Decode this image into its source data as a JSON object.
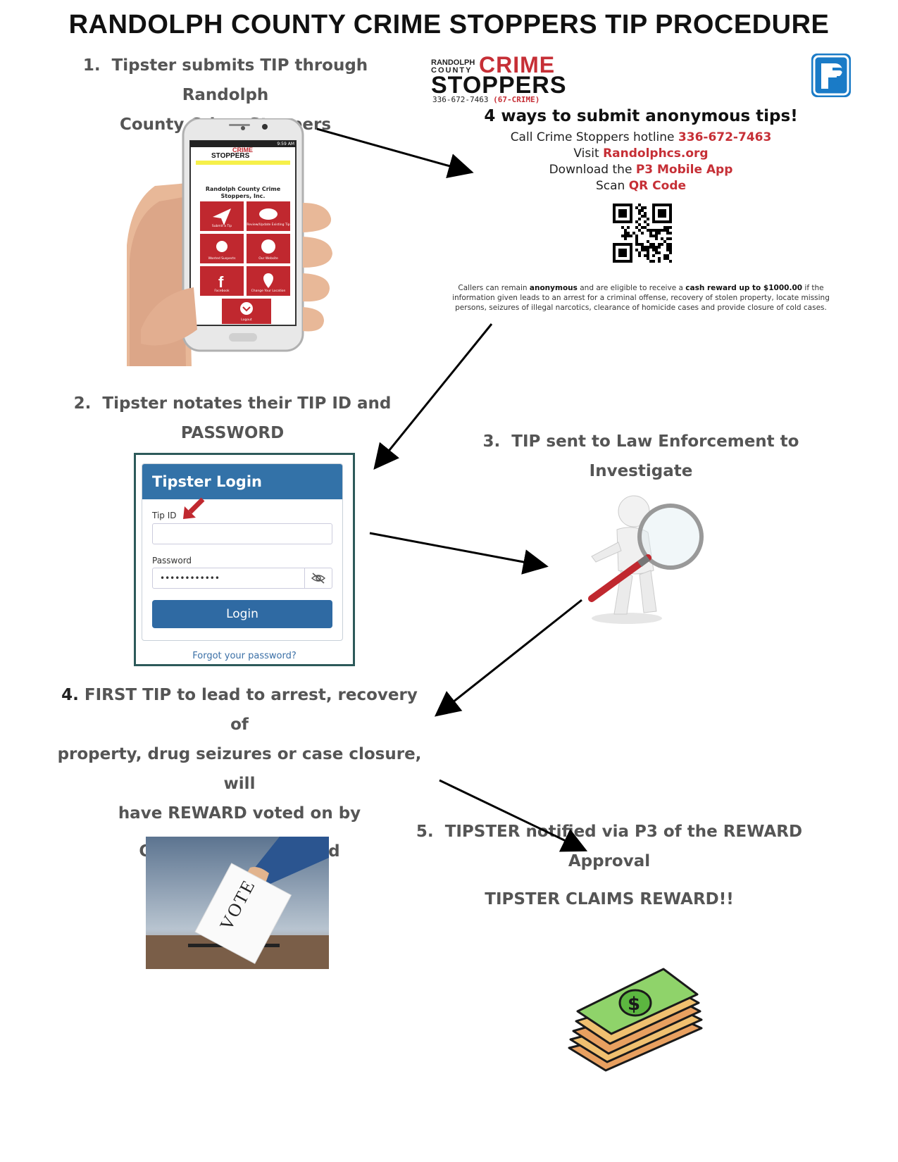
{
  "title": "RANDOLPH COUNTY CRIME STOPPERS TIP PROCEDURE",
  "steps": {
    "s1_num": "1.",
    "s1_line1": "Tipster submits TIP through Randolph",
    "s1_line2": "County Crime Stoppers",
    "s2_num": "2.",
    "s2_line1": "Tipster notates their TIP ID and",
    "s2_line2": "PASSWORD",
    "s3_num": "3.",
    "s3_line1": "TIP sent to Law Enforcement to Investigate",
    "s4_num": "4.",
    "s4_line1": "FIRST TIP to lead to arrest, recovery of",
    "s4_line2": "property, drug seizures or case closure, will",
    "s4_line3": "have REWARD voted on by",
    "s4_line4": "Crime Stoppers Board",
    "s5_num": "5.",
    "s5_line1": "TIPSTER notified via P3 of the REWARD Approval",
    "s5_line2": "TIPSTER CLAIMS REWARD!!"
  },
  "logo": {
    "small_top": "RANDOLPH",
    "small_bottom": "COUNTY",
    "crime": "CRIME",
    "stoppers": "STOPPERS",
    "phone": "336-672-7463",
    "phone_alt": "(67-CRIME)"
  },
  "p3_letter": "P3",
  "ways": {
    "title": "4 ways to submit anonymous tips!",
    "l1_prefix": "Call Crime Stoppers hotline",
    "l1_value": "336-672-7463",
    "l2_prefix": "Visit",
    "l2_value": "Randolphcs.org",
    "l3_prefix": "Download the",
    "l3_value": "P3 Mobile App",
    "l4_prefix": "Scan",
    "l4_value": "QR Code"
  },
  "fine": {
    "p1": "Callers can remain",
    "b1": "anonymous",
    "p2": "and are eligible to receive a",
    "b2": "cash reward up to $1000.00",
    "p3": "if the information given leads to an arrest for a criminal offense, recovery of stolen property, locate missing persons, seizures of illegal narcotics, clearance of homicide cases and provide closure of cold cases."
  },
  "phone_app": {
    "status_time": "9:59 AM",
    "header_crime": "CRIME",
    "header_stoppers": "STOPPERS",
    "org_line1": "Randolph County Crime",
    "org_line2": "Stoppers, Inc.",
    "tiles": [
      "Submit a Tip",
      "Review/Update Existing Tip",
      "Wanted Suspects",
      "Our Website",
      "Facebook",
      "Change Your Location"
    ],
    "logout": "Logout"
  },
  "login": {
    "header": "Tipster Login",
    "tip_label": "Tip ID",
    "password_label": "Password",
    "password_value": "••••••••••••",
    "button": "Login",
    "forgot": "Forgot your password?"
  },
  "vote_text": "VOTE",
  "colors": {
    "brand_red": "#c62f36",
    "login_blue": "#3372a8",
    "p3_blue": "#1a7bc7"
  }
}
